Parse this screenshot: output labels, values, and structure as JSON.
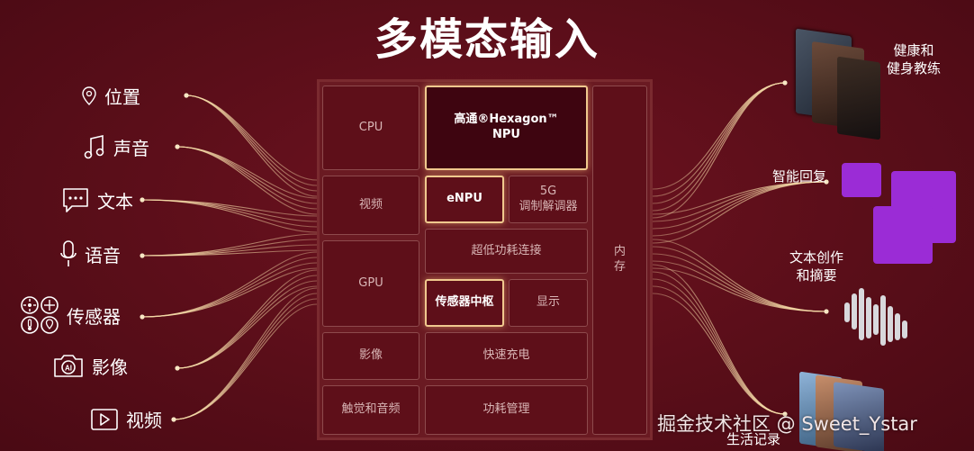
{
  "title": "多模态输入",
  "inputs": [
    {
      "label": "位置",
      "icon": "location-pin-icon"
    },
    {
      "label": "声音",
      "icon": "music-note-icon"
    },
    {
      "label": "文本",
      "icon": "chat-bubble-icon"
    },
    {
      "label": "语音",
      "icon": "microphone-icon"
    },
    {
      "label": "传感器",
      "icon": "sensor-grid-icon"
    },
    {
      "label": "影像",
      "icon": "ai-camera-icon"
    },
    {
      "label": "视频",
      "icon": "play-icon"
    }
  ],
  "chip": {
    "cpu": "CPU",
    "npu": "高通®Hexagon™\nNPU",
    "video": "视频",
    "enpu": "eNPU",
    "modem": "5G\n调制解调器",
    "gpu": "GPU",
    "connectivity": "超低功耗连接",
    "sensor_hub": "传感器中枢",
    "display": "显示",
    "memory": "内\n存",
    "imaging": "影像",
    "fast_charge": "快速充电",
    "haptics_audio": "触觉和音频",
    "power_mgmt": "功耗管理"
  },
  "outputs": {
    "health": "健康和\n健身教练",
    "smart_reply": "智能回复",
    "writing": "文本创作\n和摘要",
    "life_log": "生活记录"
  },
  "watermark": "掘金技术社区 @ Sweet_Ystar",
  "colors": {
    "background": "#5a0e19",
    "cell": "#5e0f19",
    "cell_border": "#8e4a4d",
    "highlight": "#f0c98e",
    "bubble": "#9b2cd6"
  }
}
